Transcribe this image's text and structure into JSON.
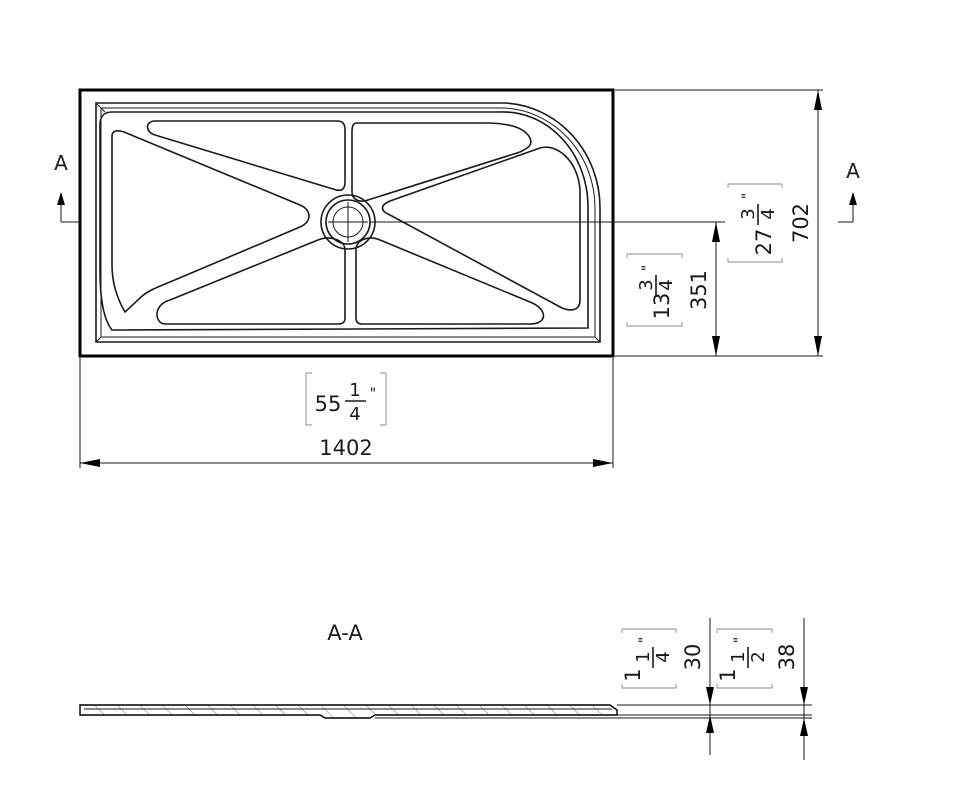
{
  "section": {
    "marker_left": "A",
    "marker_right": "A",
    "title": "A-A"
  },
  "dimensions": {
    "width": {
      "mm": "1402",
      "inch_whole": "55",
      "inch_num": "1",
      "inch_den": "4",
      "inch_mark": "\""
    },
    "length": {
      "mm": "702",
      "inch_whole": "27",
      "inch_num": "3",
      "inch_den": "4",
      "inch_mark": "\""
    },
    "drain_offset": {
      "mm": "351",
      "inch_whole": "13",
      "inch_num": "3",
      "inch_den": "4",
      "inch_mark": "\""
    },
    "tray_height": {
      "mm": "30",
      "inch_whole": "1",
      "inch_num": "1",
      "inch_den": "4",
      "inch_mark": "\""
    },
    "drain_height": {
      "mm": "38",
      "inch_whole": "1",
      "inch_num": "1",
      "inch_den": "2",
      "inch_mark": "\""
    }
  }
}
